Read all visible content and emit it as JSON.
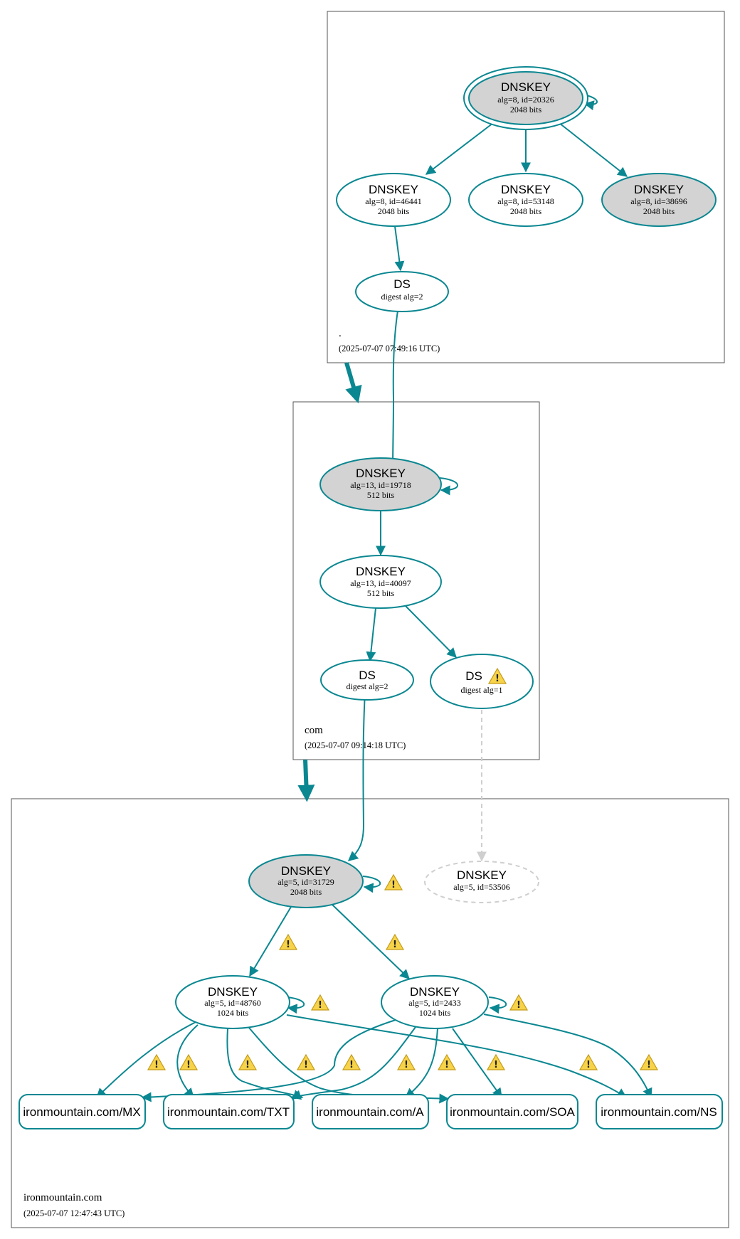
{
  "zones": {
    "root": {
      "label": ".",
      "date": "(2025-07-07 07:49:16 UTC)"
    },
    "com": {
      "label": "com",
      "date": "(2025-07-07 09:14:18 UTC)"
    },
    "iron": {
      "label": "ironmountain.com",
      "date": "(2025-07-07 12:47:43 UTC)"
    }
  },
  "nodes": {
    "root_ksk": {
      "title": "DNSKEY",
      "line1": "alg=8, id=20326",
      "line2": "2048 bits"
    },
    "root_k46441": {
      "title": "DNSKEY",
      "line1": "alg=8, id=46441",
      "line2": "2048 bits"
    },
    "root_k53148": {
      "title": "DNSKEY",
      "line1": "alg=8, id=53148",
      "line2": "2048 bits"
    },
    "root_k38696": {
      "title": "DNSKEY",
      "line1": "alg=8, id=38696",
      "line2": "2048 bits"
    },
    "root_ds": {
      "title": "DS",
      "line1": "digest alg=2"
    },
    "com_ksk": {
      "title": "DNSKEY",
      "line1": "alg=13, id=19718",
      "line2": "512 bits"
    },
    "com_zsk": {
      "title": "DNSKEY",
      "line1": "alg=13, id=40097",
      "line2": "512 bits"
    },
    "com_ds2": {
      "title": "DS",
      "line1": "digest alg=2"
    },
    "com_ds1": {
      "title": "DS",
      "line1": "digest alg=1"
    },
    "iron_ksk": {
      "title": "DNSKEY",
      "line1": "alg=5, id=31729",
      "line2": "2048 bits"
    },
    "iron_missing": {
      "title": "DNSKEY",
      "line1": "alg=5, id=53506"
    },
    "iron_k48760": {
      "title": "DNSKEY",
      "line1": "alg=5, id=48760",
      "line2": "1024 bits"
    },
    "iron_k2433": {
      "title": "DNSKEY",
      "line1": "alg=5, id=2433",
      "line2": "1024 bits"
    }
  },
  "rrsets": {
    "mx": "ironmountain.com/MX",
    "txt": "ironmountain.com/TXT",
    "a": "ironmountain.com/A",
    "soa": "ironmountain.com/SOA",
    "ns": "ironmountain.com/NS"
  },
  "colors": {
    "edge": "#0a8791",
    "ghost": "#cfcfcf",
    "fill_sep": "#d3d3d3",
    "warning": "#f7d34a"
  },
  "icons": {
    "warning": "warning-triangle-icon"
  }
}
